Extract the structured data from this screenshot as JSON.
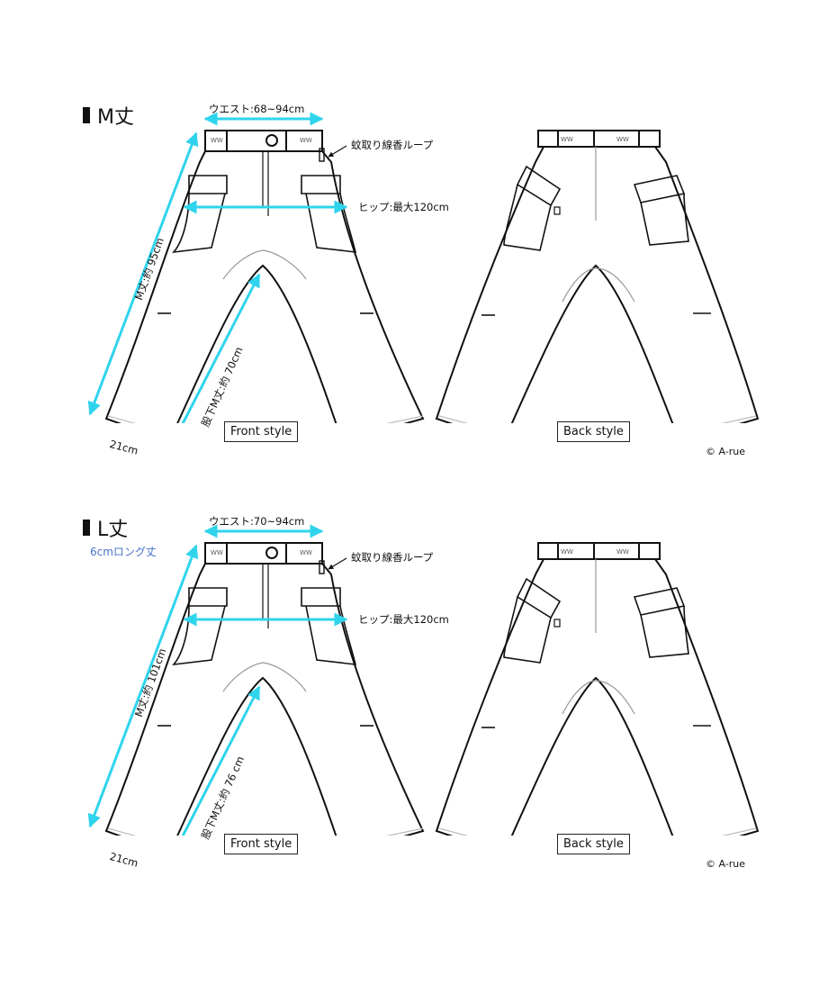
{
  "sections": [
    {
      "title": "M丈",
      "subtitle": "",
      "waist": "ウエスト:68~94cm",
      "loop": "蚊取り線香ループ",
      "hip": "ヒップ:最大120cm",
      "length": "M丈:約 95cm",
      "inseam": "股下M丈:約 70cm",
      "hem": "21cm",
      "front_label": "Front style",
      "back_label": "Back style",
      "copyright": "© A-rue"
    },
    {
      "title": "L丈",
      "subtitle": "6cmロング丈",
      "waist": "ウエスト:70~94cm",
      "loop": "蚊取り線香ループ",
      "hip": "ヒップ:最大120cm",
      "length": "M丈:約 101cm",
      "inseam": "股下M丈:約 76 cm",
      "hem": "21cm",
      "front_label": "Front style",
      "back_label": "Back style",
      "copyright": "© A-rue"
    }
  ],
  "belt_mark": "WW",
  "colors": {
    "measure": "#2fd4ec",
    "outline": "#111111",
    "subtitle": "#4a70c8"
  }
}
